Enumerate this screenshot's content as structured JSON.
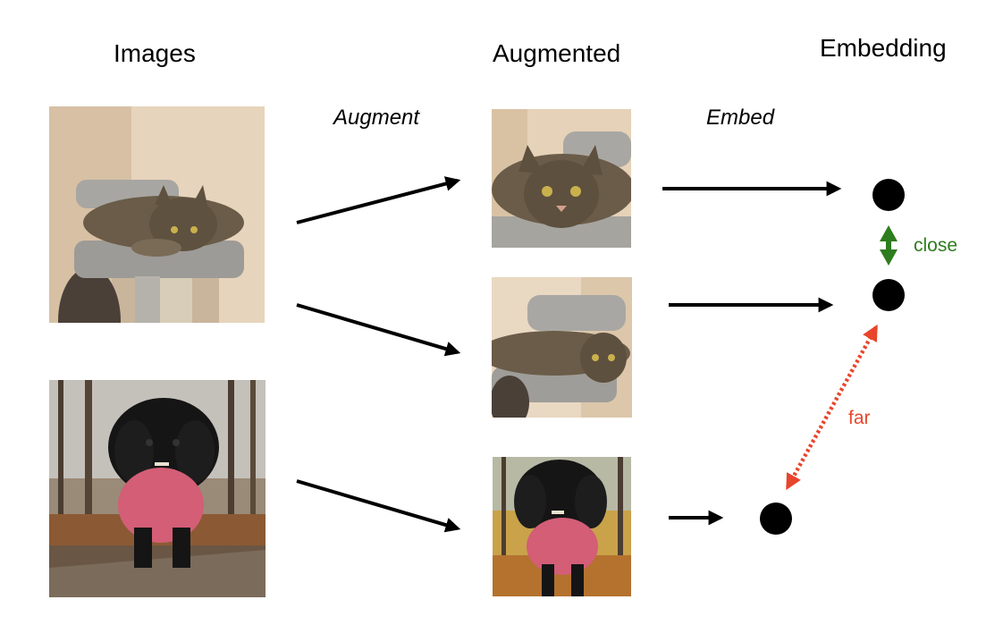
{
  "columns": {
    "images": "Images",
    "augmented": "Augmented",
    "embedding": "Embedding"
  },
  "operations": {
    "augment": "Augment",
    "embed": "Embed"
  },
  "relations": {
    "close": {
      "label": "close",
      "color": "#2e7d1e"
    },
    "far": {
      "label": "far",
      "color": "#e8452c"
    }
  },
  "photos": {
    "source": [
      "cat-photo",
      "dog-photo"
    ],
    "augmented": [
      "cat-face-crop",
      "cat-flipped-crop",
      "dog-crop"
    ]
  },
  "colors": {
    "arrow": "#000000",
    "point": "#000000"
  }
}
